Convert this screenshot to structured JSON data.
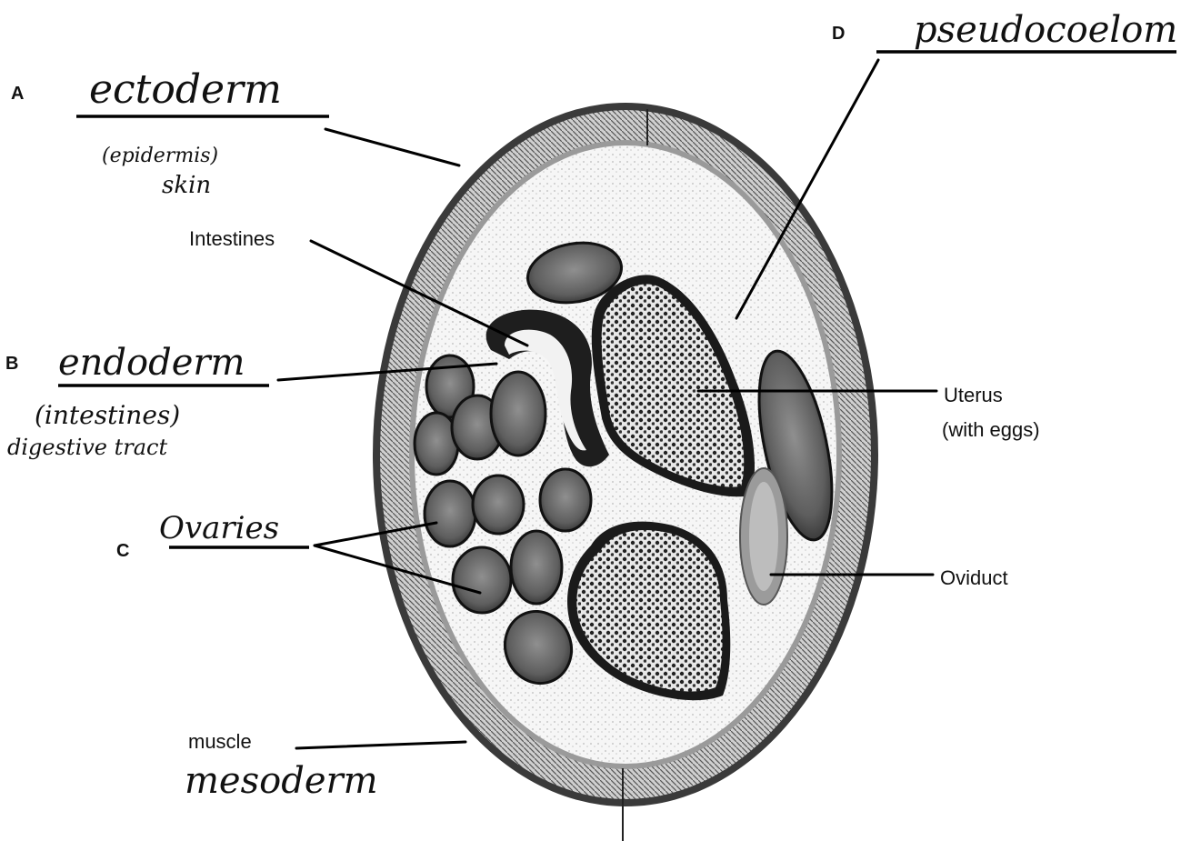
{
  "labels": {
    "a": {
      "letter": "A",
      "answer": "ectoderm",
      "note_1": "(epidermis)",
      "note_2": "skin"
    },
    "b": {
      "letter": "B",
      "answer": "endoderm",
      "note_1": "(intestines)",
      "note_2": "digestive tract"
    },
    "c": {
      "letter": "C",
      "answer": "Ovaries"
    },
    "d": {
      "letter": "D",
      "answer": "pseudocoelom"
    },
    "intestines": "Intestines",
    "uterus_1": "Uterus",
    "uterus_2": "(with eggs)",
    "oviduct": "Oviduct",
    "muscle": "muscle",
    "muscle_answer": "mesoderm"
  }
}
